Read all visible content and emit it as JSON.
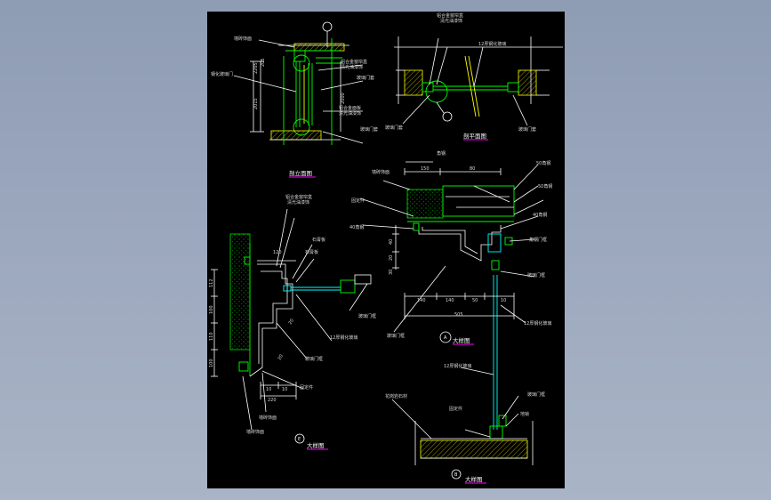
{
  "drawing": {
    "views": {
      "elevation": {
        "title": "剖立面图"
      },
      "plan": {
        "title": "剖平面图"
      },
      "detail_a": {
        "title": "大样图",
        "marker": "A"
      },
      "detail_e": {
        "title": "大样图",
        "marker": "E"
      },
      "detail_b": {
        "title": "大样图",
        "marker": "B"
      }
    },
    "callouts": {
      "elev_top_finish": "墙砖饰面",
      "elev_stone_edge1": "铝合金窗帘盒",
      "elev_stone_edge2": "清光油漆饰",
      "elev_door": "玻璃门套",
      "elev_glass": "钢化玻璃门",
      "elev_panel1": "铝合金面板",
      "elev_panel2": "清光油漆饰",
      "elev_frame": "玻璃门套",
      "plan_edge1": "铝合金窗帘盒",
      "plan_edge2": "清光油漆饰",
      "plan_glass": "12厚钢化玻璃",
      "plan_frame_l": "玻璃门套",
      "plan_frame_r": "玻璃门套",
      "a_wall": "墙砖饰面",
      "a_top": "角钢",
      "a_50a": "50角钢",
      "a_50b": "50角钢",
      "a_40": "40角钢",
      "a_40l": "40角钢",
      "a_board": "角钢门框",
      "a_frame_r": "玻璃门框",
      "a_glass": "12厚钢化玻璃",
      "a_frame_l": "玻璃门框",
      "a_nail": "固定件",
      "e_edge1": "铝合金窗帘盒",
      "e_edge2": "清光油漆饰",
      "e_glass": "12厚钢化玻璃",
      "e_wall": "墙砖饰面",
      "e_ceiling": "石膏板",
      "e_nail": "固定件",
      "e_frame": "玻璃门框",
      "e_mid": "玻璃门框",
      "e_bottom": "墙砖饰面",
      "e_tape": "石膏板",
      "b_glass": "12厚钢化玻璃",
      "b_floor": "花岗岩石材",
      "b_nail": "固定件",
      "b_frame": "玻璃门框",
      "b_lock": "地锁"
    },
    "dims": {
      "elev_h1": "2205",
      "elev_h2": "2015",
      "elev_h3": "2000",
      "elev_w": "205",
      "a_150": "150",
      "a_80": "80",
      "a_140a": "140",
      "a_140b": "140",
      "a_50": "50",
      "a_10": "10",
      "a_total": "505",
      "a_v1": "40",
      "a_v2": "20",
      "a_v3": "30",
      "e_120": "120",
      "e_v1": "112",
      "e_v2": "100",
      "e_v3": "110",
      "e_v4": "100",
      "e_b1": "10",
      "e_b2": "10",
      "e_total": "220",
      "e_mid": "20",
      "e_low": "20"
    }
  },
  "colors": {
    "background": "#8e9cb4",
    "sheet": "#000000",
    "line_green": "#00ff00",
    "line_yellow": "#ffff00",
    "line_cyan": "#00ffff",
    "title_underline": "#ff00ff"
  }
}
